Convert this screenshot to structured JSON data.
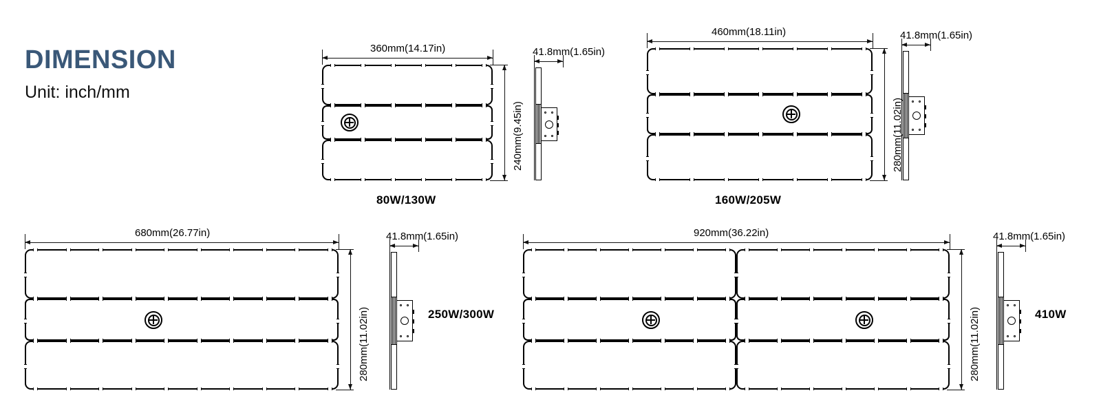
{
  "page": {
    "title": "DIMENSION",
    "unit_note": "Unit: inch/mm",
    "title_color": "#3a5878",
    "background": "#ffffff",
    "line_color": "#000000"
  },
  "icons": {
    "screw": "phillips-screw-icon",
    "knockout": "junction-box-knockout-icon"
  },
  "fixtures": [
    {
      "id": "80w-130w",
      "power_label": "80W/130W",
      "width_label": "360mm(14.17in)",
      "height_label": "240mm(9.45in)",
      "width_mm": 360,
      "width_in": 14.17,
      "height_mm": 240,
      "height_in": 9.45,
      "depth_label": "41.8mm(1.65in)",
      "depth_mm": 41.8,
      "depth_in": 1.65,
      "modules": 1,
      "panels": 3,
      "label_position": "below"
    },
    {
      "id": "160w-205w",
      "power_label": "160W/205W",
      "width_label": "460mm(18.11in)",
      "height_label": "280mm(11.02in)",
      "width_mm": 460,
      "width_in": 18.11,
      "height_mm": 280,
      "height_in": 11.02,
      "depth_label": "41.8mm(1.65in)",
      "depth_mm": 41.8,
      "depth_in": 1.65,
      "modules": 1,
      "panels": 3,
      "label_position": "below"
    },
    {
      "id": "250w-300w",
      "power_label": "250W/300W",
      "width_label": "680mm(26.77in)",
      "height_label": "280mm(11.02in)",
      "width_mm": 680,
      "width_in": 26.77,
      "height_mm": 280,
      "height_in": 11.02,
      "depth_label": "41.8mm(1.65in)",
      "depth_mm": 41.8,
      "depth_in": 1.65,
      "modules": 1,
      "panels": 3,
      "label_position": "right"
    },
    {
      "id": "410w",
      "power_label": "410W",
      "width_label": "920mm(36.22in)",
      "height_label": "280mm(11.02in)",
      "width_mm": 920,
      "width_in": 36.22,
      "height_mm": 280,
      "height_in": 11.02,
      "depth_label": "41.8mm(1.65in)",
      "depth_mm": 41.8,
      "depth_in": 1.65,
      "modules": 2,
      "panels": 3,
      "label_position": "right"
    }
  ]
}
